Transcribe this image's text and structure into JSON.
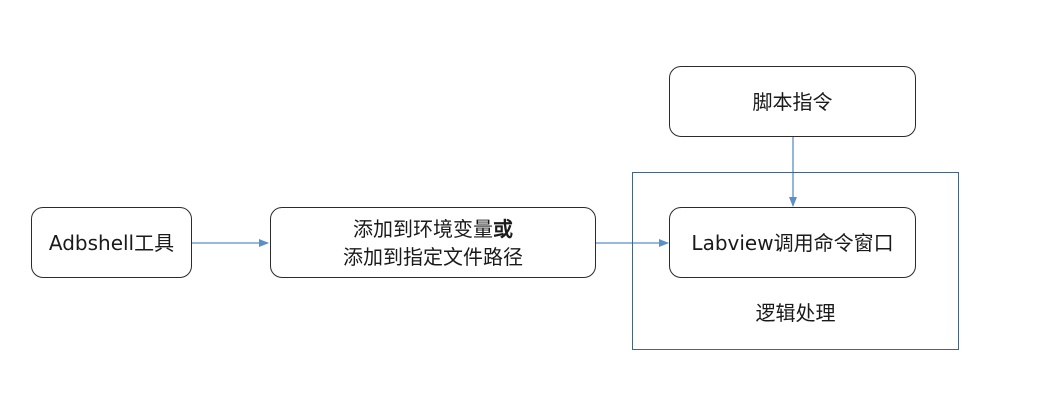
{
  "nodes": {
    "adbshell": {
      "label": "Adbshell工具"
    },
    "env": {
      "line1_text": "添加到环境变量",
      "line1_bold": "或",
      "line2": "添加到指定文件路径"
    },
    "script": {
      "label": "脚本指令"
    },
    "labview": {
      "label": "Labview调用命令窗口"
    }
  },
  "group": {
    "label": "逻辑处理"
  },
  "colors": {
    "edge": "#5b8fc9",
    "node_border": "#2b2b2b",
    "group_border": "#45628a"
  }
}
